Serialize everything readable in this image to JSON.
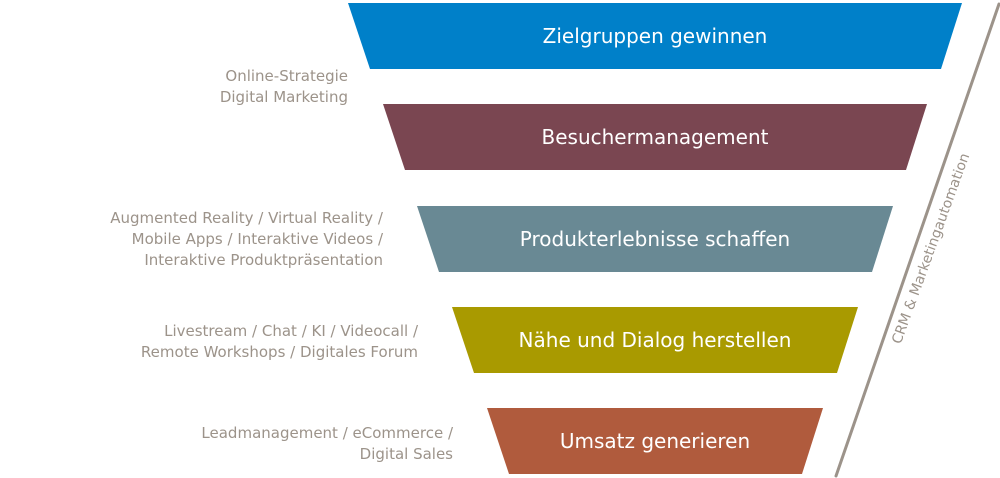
{
  "stages": [
    {
      "label": "Zielgruppen gewinnen",
      "color": "#0080c9"
    },
    {
      "label": "Besuchermanagement",
      "color": "#7a4651"
    },
    {
      "label": "Produkterlebnisse schaffen",
      "color": "#698994"
    },
    {
      "label": "Nähe und Dialog herstellen",
      "color": "#a99a00"
    },
    {
      "label": "Umsatz generieren",
      "color": "#b05b3d"
    }
  ],
  "side_labels": [
    {
      "lines": [
        "Online-Strategie",
        "Digital Marketing"
      ]
    },
    {
      "lines": [
        "Augmented Reality / Virtual Reality /",
        "Mobile Apps / Interaktive Videos /",
        "Interaktive Produktpräsentation"
      ]
    },
    {
      "lines": [
        "Livestream / Chat / KI / Videocall /",
        "Remote Workshops / Digitales Forum"
      ]
    },
    {
      "lines": [
        "Leadmanagement / eCommerce /",
        "Digital Sales"
      ]
    }
  ],
  "crm": {
    "label": "CRM & Marketingautomation",
    "line_color": "#9c938a"
  },
  "text_color": "#9c938a"
}
